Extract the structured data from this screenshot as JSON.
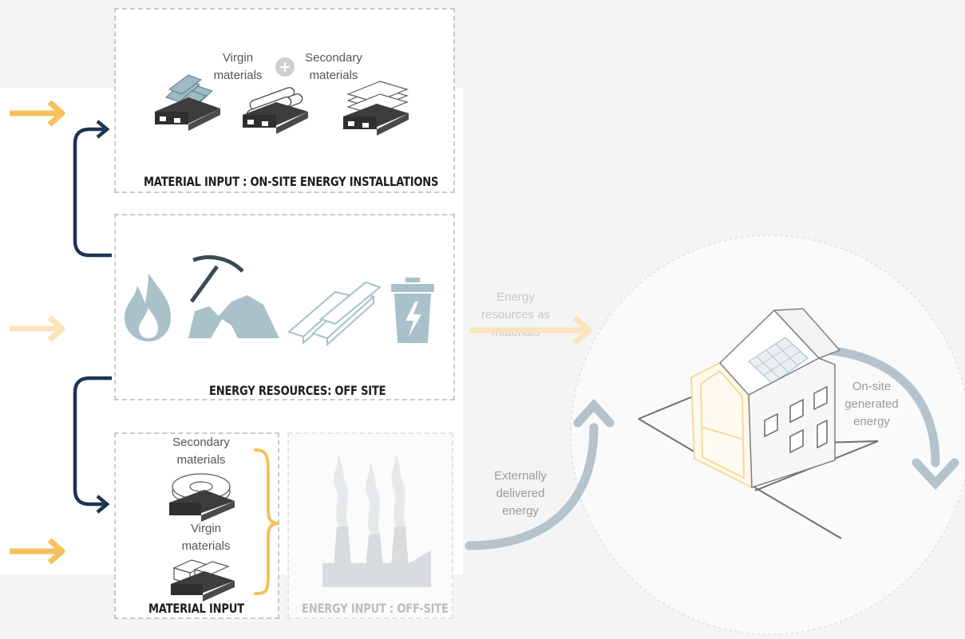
{
  "panels": {
    "installations": {
      "virgin_label": "Virgin materials",
      "secondary_label": "Secondary materials",
      "title": "MATERIAL INPUT : ON-SITE ENERGY INSTALLATIONS"
    },
    "resources": {
      "title": "ENERGY RESOURCES: OFF SITE"
    },
    "material_input": {
      "secondary_label": "Secondary materials",
      "virgin_label": "Virgin materials",
      "title": "MATERIAL INPUT"
    },
    "energy_input": {
      "title": "ENERGY INPUT : OFF-SITE"
    }
  },
  "flows": {
    "resources_as_materials": "Energy resources as materials",
    "externally_delivered": "Externally delivered energy",
    "on_site_generated": "On-site generated energy"
  },
  "colors": {
    "accent_yellow": "#f5c15c",
    "dark_navy": "#1e3553",
    "resource_blue": "#a9c1c9",
    "flow_grey": "#b5c3cd"
  }
}
